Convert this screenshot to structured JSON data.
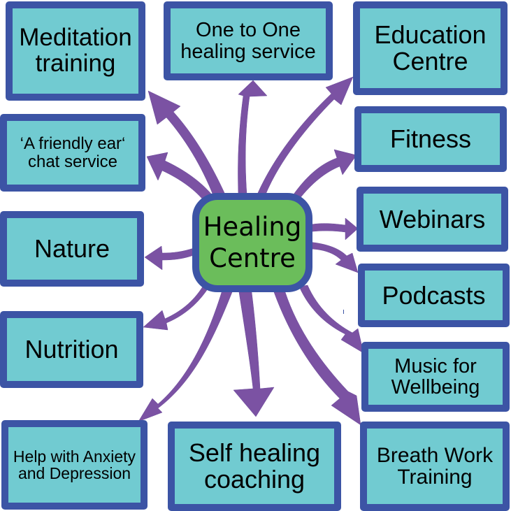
{
  "diagram": {
    "type": "mind-map",
    "colors": {
      "node_fill": "#71cbd1",
      "node_border": "#3c54a5",
      "center_fill": "#6bbd5b",
      "arrow": "#7b52a3",
      "text": "#000000"
    },
    "center": {
      "label": "Healing\nCentre"
    },
    "nodes": [
      {
        "id": "meditation",
        "label": "Meditation\ntraining"
      },
      {
        "id": "one-to-one",
        "label": "One to One\nhealing service"
      },
      {
        "id": "education",
        "label": "Education\nCentre"
      },
      {
        "id": "friendly-ear",
        "label": "‘A friendly ear‘\nchat service"
      },
      {
        "id": "fitness",
        "label": "Fitness"
      },
      {
        "id": "nature",
        "label": "Nature"
      },
      {
        "id": "webinars",
        "label": "Webinars"
      },
      {
        "id": "podcasts",
        "label": "Podcasts"
      },
      {
        "id": "nutrition",
        "label": "Nutrition"
      },
      {
        "id": "music",
        "label": "Music for\nWellbeing"
      },
      {
        "id": "anxiety",
        "label": "Help with Anxiety\nand Depression"
      },
      {
        "id": "self-healing",
        "label": "Self healing\ncoaching"
      },
      {
        "id": "breath",
        "label": "Breath Work\nTraining"
      }
    ],
    "edges": [
      {
        "from": "center",
        "to": "meditation"
      },
      {
        "from": "center",
        "to": "one-to-one"
      },
      {
        "from": "center",
        "to": "education"
      },
      {
        "from": "center",
        "to": "friendly-ear"
      },
      {
        "from": "center",
        "to": "fitness"
      },
      {
        "from": "center",
        "to": "nature"
      },
      {
        "from": "center",
        "to": "webinars"
      },
      {
        "from": "center",
        "to": "podcasts"
      },
      {
        "from": "center",
        "to": "nutrition"
      },
      {
        "from": "center",
        "to": "music"
      },
      {
        "from": "center",
        "to": "anxiety"
      },
      {
        "from": "center",
        "to": "self-healing"
      },
      {
        "from": "center",
        "to": "breath"
      }
    ]
  }
}
